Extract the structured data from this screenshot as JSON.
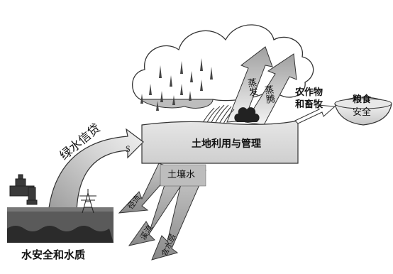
{
  "labels": {
    "evaporation": "蒸发",
    "transpiration": "蒸腾",
    "crops_livestock_line1": "农作物",
    "crops_livestock_line2": "和畜牧",
    "food_line1": "粮食",
    "food_line2": "安全",
    "land_use": "土地利用与管理",
    "soil_water": "土壤水",
    "green_water_credit": "绿水信贷",
    "runoff": "径流",
    "stream": "溪流",
    "aquifer": "含水层",
    "water_security": "水安全和水质"
  },
  "icons": {
    "money_symbol": "$"
  }
}
